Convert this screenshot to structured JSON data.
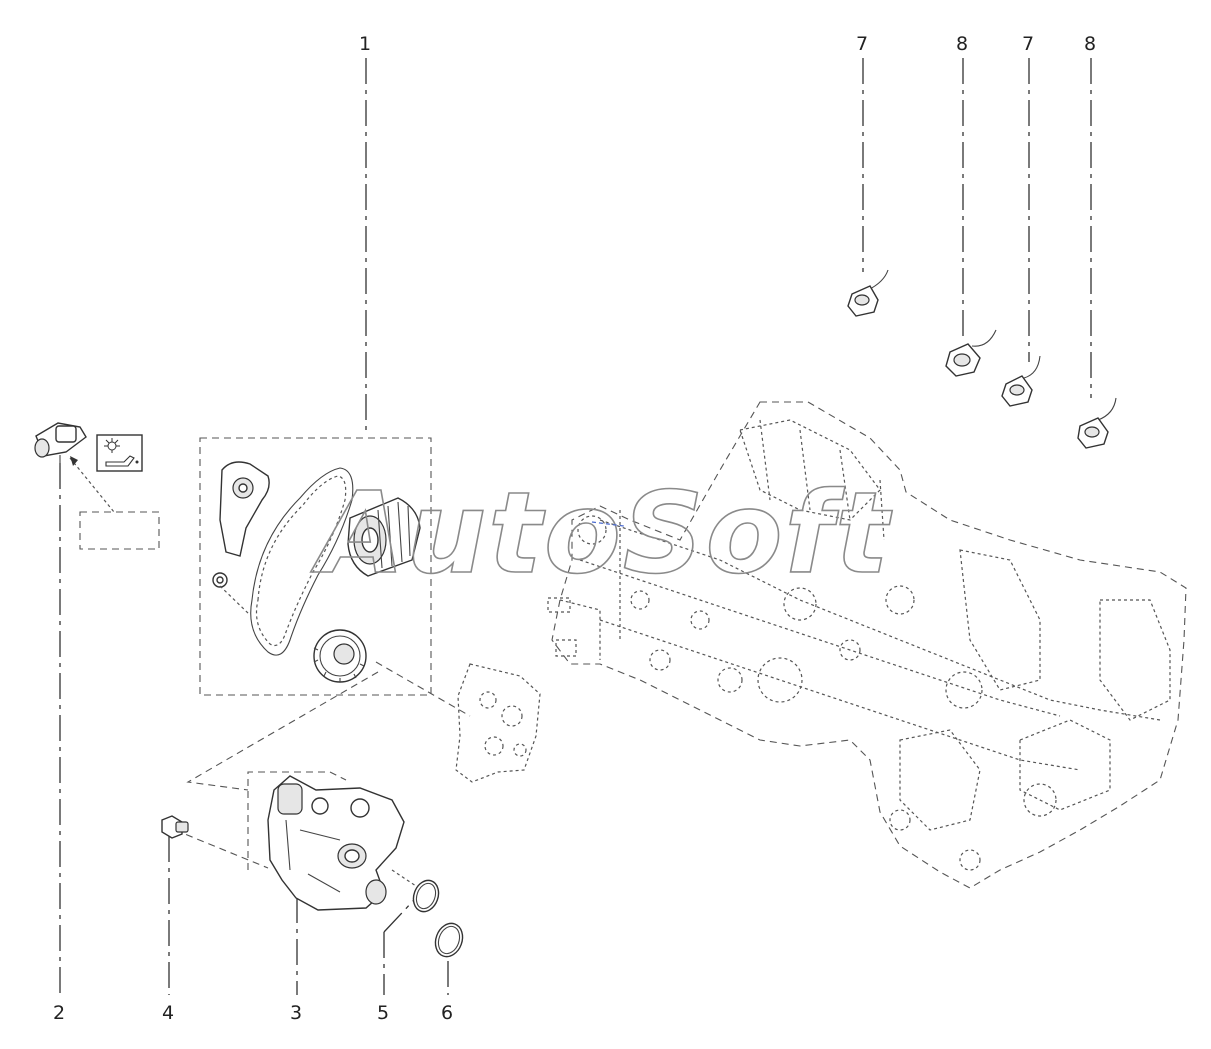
{
  "watermark": "AutoSoft",
  "callouts": {
    "c1": "1",
    "c2": "2",
    "c3": "3",
    "c4": "4",
    "c5": "5",
    "c6": "6",
    "c7a": "7",
    "c8a": "8",
    "c7b": "7",
    "c8b": "8"
  },
  "icons": {
    "warning_lamp": "oil-pressure-warning-icon"
  },
  "colors": {
    "line": "#333333",
    "watermark": "#8a8a8a",
    "background": "#ffffff"
  }
}
